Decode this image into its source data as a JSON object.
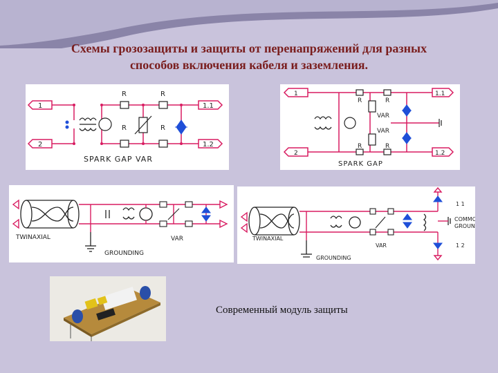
{
  "slide": {
    "title_line1": "Схемы грозозащиты  и защиты от перенапряжений для разных",
    "title_line2": "способов включения кабеля и заземления.",
    "caption": "Современный модуль защиты"
  },
  "diagram1": {
    "in_top": "1",
    "in_bottom": "2",
    "out_top": "1.1",
    "out_bottom": "1.2",
    "r": "R",
    "title": "SPARK GAP VAR"
  },
  "diagram2": {
    "in_top": "1",
    "in_bottom": "2",
    "out_top": "1.1",
    "out_bottom": "1.2",
    "r": "R",
    "var": "VAR",
    "title": "SPARK GAP"
  },
  "diagram3": {
    "cable": "TWINAXIAL",
    "ground": "GROUNDING",
    "var": "VAR"
  },
  "diagram4": {
    "cable": "TWINAXIAL",
    "ground": "GROUNDING",
    "var": "VAR",
    "out_top": "1 1",
    "common1": "COMMON",
    "common2": "GROUND",
    "out_bottom": "1 2"
  },
  "colors": {
    "wire": "#d81b60",
    "label": "#d81b60",
    "diode": "#1f4fd8",
    "ink": "#222222",
    "title": "#7a1e1e"
  }
}
